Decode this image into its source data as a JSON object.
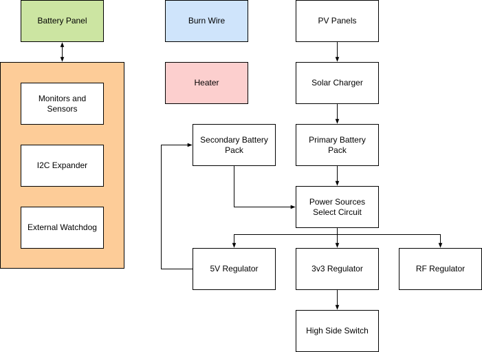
{
  "colors": {
    "battery_panel": "#cce5a2",
    "burn_wire": "#cfe4fb",
    "heater": "#fccfce",
    "subsystem_container": "#fdcc98",
    "block_default": "#ffffff",
    "stroke": "#000000"
  },
  "blocks": {
    "battery_panel": "Battery Panel",
    "burn_wire": "Burn Wire",
    "heater": "Heater",
    "pv_panels": "PV Panels",
    "solar_charger": "Solar Charger",
    "monitors_sensors": "Monitors and Sensors",
    "i2c_expander": "I2C Expander",
    "external_watchdog": "External Watchdog",
    "secondary_battery_pack": "Secondary Battery Pack",
    "primary_battery_pack": "Primary Battery Pack",
    "power_sources_select": "Power Sources Select Circuit",
    "regulator_5v": "5V Regulator",
    "regulator_3v3": "3v3 Regulator",
    "regulator_rf": "RF Regulator",
    "high_side_switch": "High Side Switch"
  },
  "connections": [
    {
      "from": "Battery Panel",
      "to": "Subsystem container",
      "bidirectional": true
    },
    {
      "from": "PV Panels",
      "to": "Solar Charger"
    },
    {
      "from": "Solar Charger",
      "to": "Primary Battery Pack"
    },
    {
      "from": "Primary Battery Pack",
      "to": "Power Sources Select Circuit"
    },
    {
      "from": "Secondary Battery Pack",
      "to": "Power Sources Select Circuit"
    },
    {
      "from": "Power Sources Select Circuit",
      "to": "5V Regulator"
    },
    {
      "from": "Power Sources Select Circuit",
      "to": "3v3 Regulator"
    },
    {
      "from": "Power Sources Select Circuit",
      "to": "RF Regulator"
    },
    {
      "from": "5V Regulator",
      "to": "Secondary Battery Pack"
    },
    {
      "from": "3v3 Regulator",
      "to": "High Side Switch"
    }
  ]
}
